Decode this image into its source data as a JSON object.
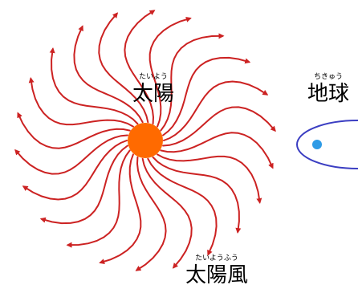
{
  "labels": {
    "sun": {
      "ruby": "たいよう",
      "text": "太陽"
    },
    "earth": {
      "ruby": "ちきゅう",
      "text": "地球"
    },
    "solar_wind": {
      "ruby": "たいようふう",
      "text": "太陽風"
    }
  },
  "colors": {
    "sun": "#ff6a00",
    "arrow": "#cc2222",
    "earth": "#2e9be6",
    "magnetosphere": "#3b3ec2",
    "background": "#ffffff"
  },
  "icons": {
    "sun": "sun-disk",
    "earth": "earth-dot",
    "wind": "spiral-arrows"
  }
}
